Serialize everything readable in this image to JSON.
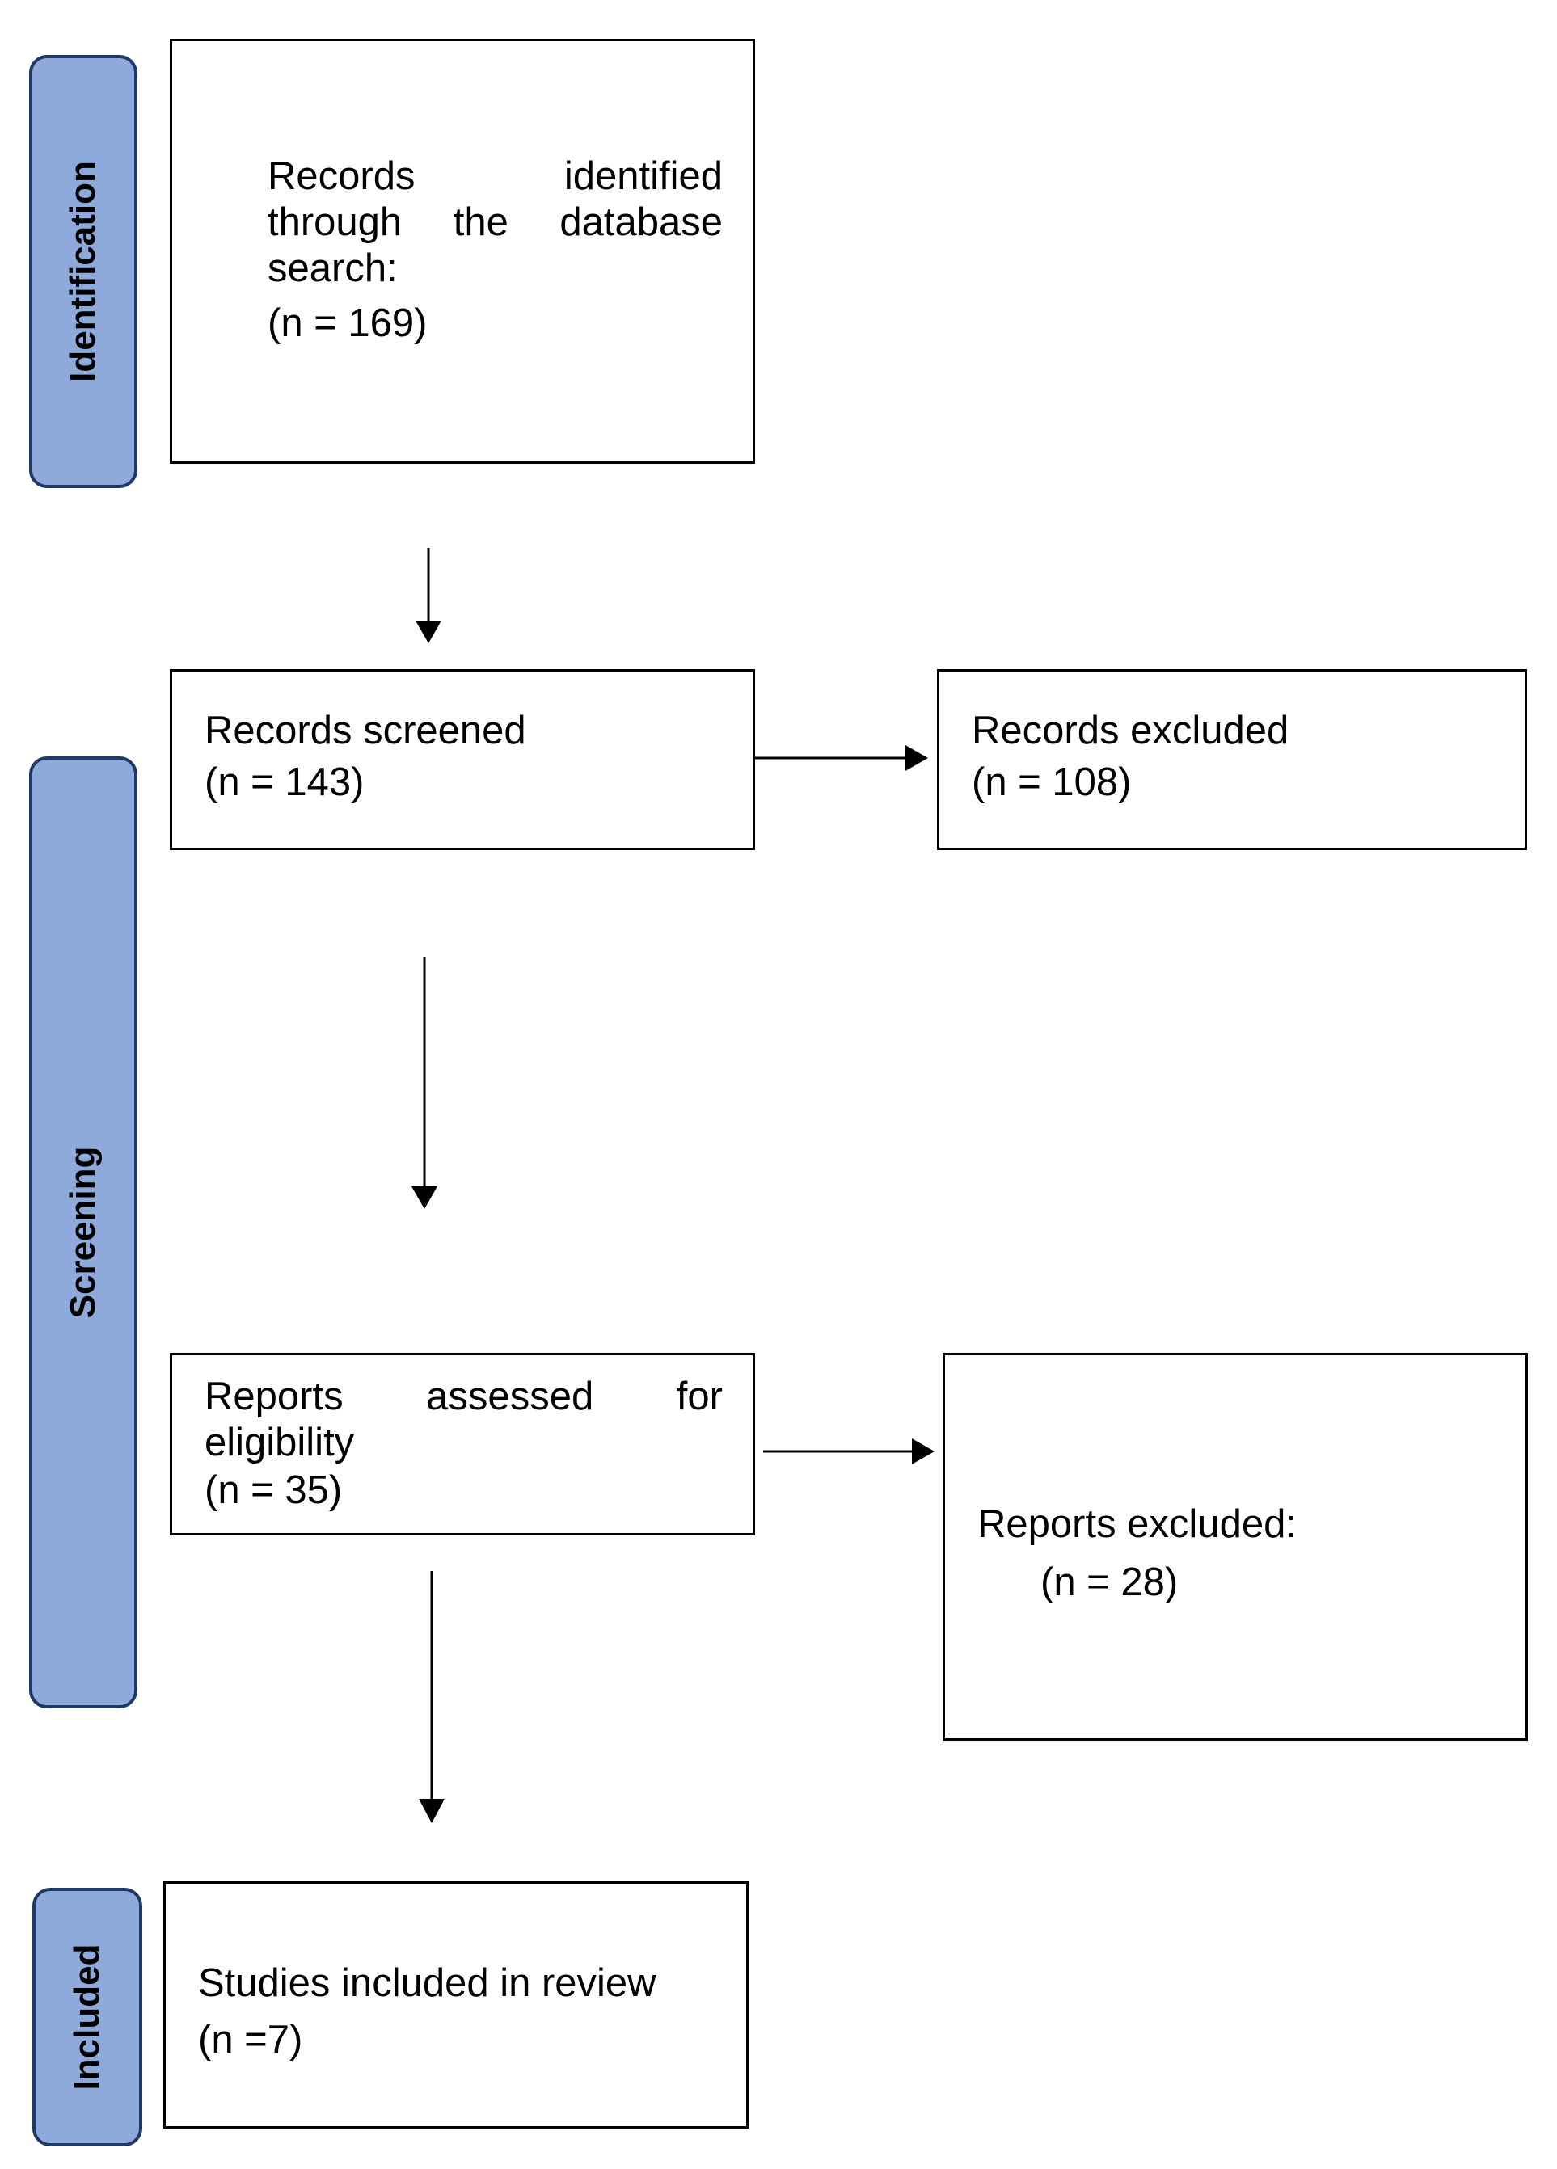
{
  "stages": {
    "identification": "Identification",
    "screening": "Screening",
    "included": "Included"
  },
  "boxes": {
    "identified": {
      "text": "Records identified through the database search:",
      "count": "(n = 169)"
    },
    "screened": {
      "text": "Records screened",
      "count": "(n = 143)"
    },
    "excluded_records": {
      "text": "Records excluded",
      "count": "(n = 108)"
    },
    "assessed": {
      "text": "Reports assessed for eligibility",
      "count": "(n = 35)"
    },
    "excluded_reports": {
      "text": "Reports excluded:",
      "count": "(n = 28)"
    },
    "included": {
      "text": "Studies included in review",
      "count": "(n =7)"
    }
  },
  "colors": {
    "stage_fill": "#8eaadb",
    "stage_border": "#1f3864",
    "box_border": "#000000",
    "arrow": "#000000"
  }
}
